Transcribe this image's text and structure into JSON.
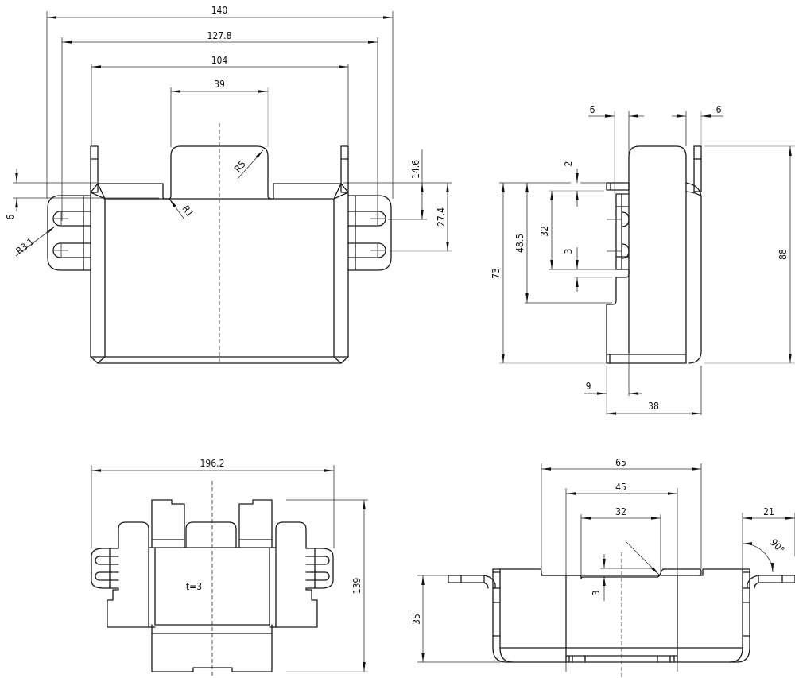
{
  "drawing": {
    "views": {
      "front": {
        "dimensions": {
          "width_overall": "140",
          "width_tabs": "127.8",
          "width_body": "104",
          "width_notch": "39",
          "height_tab_offset": "14.6",
          "height_slots": "27.4",
          "tab_thickness": "6",
          "radius_slot": "R3.1",
          "radius_inner": "R1",
          "radius_notch": "R5"
        }
      },
      "side": {
        "dimensions": {
          "flange_left": "6",
          "flange_right": "6",
          "step_top": "2",
          "slot_pitch": "32",
          "step_bottom": "3",
          "height_mid": "48.5",
          "height_lower": "73",
          "height_overall": "88",
          "offset_bottom": "9",
          "depth_overall": "38"
        }
      },
      "flat_pattern": {
        "dimensions": {
          "width_overall": "196.2",
          "height_overall": "139"
        },
        "note": "t=3"
      },
      "top": {
        "dimensions": {
          "width_outer": "65",
          "width_mid": "45",
          "width_inner": "32",
          "tab_length": "21",
          "bend_angle": "90°",
          "notch_depth": "3",
          "height": "35"
        }
      }
    }
  }
}
